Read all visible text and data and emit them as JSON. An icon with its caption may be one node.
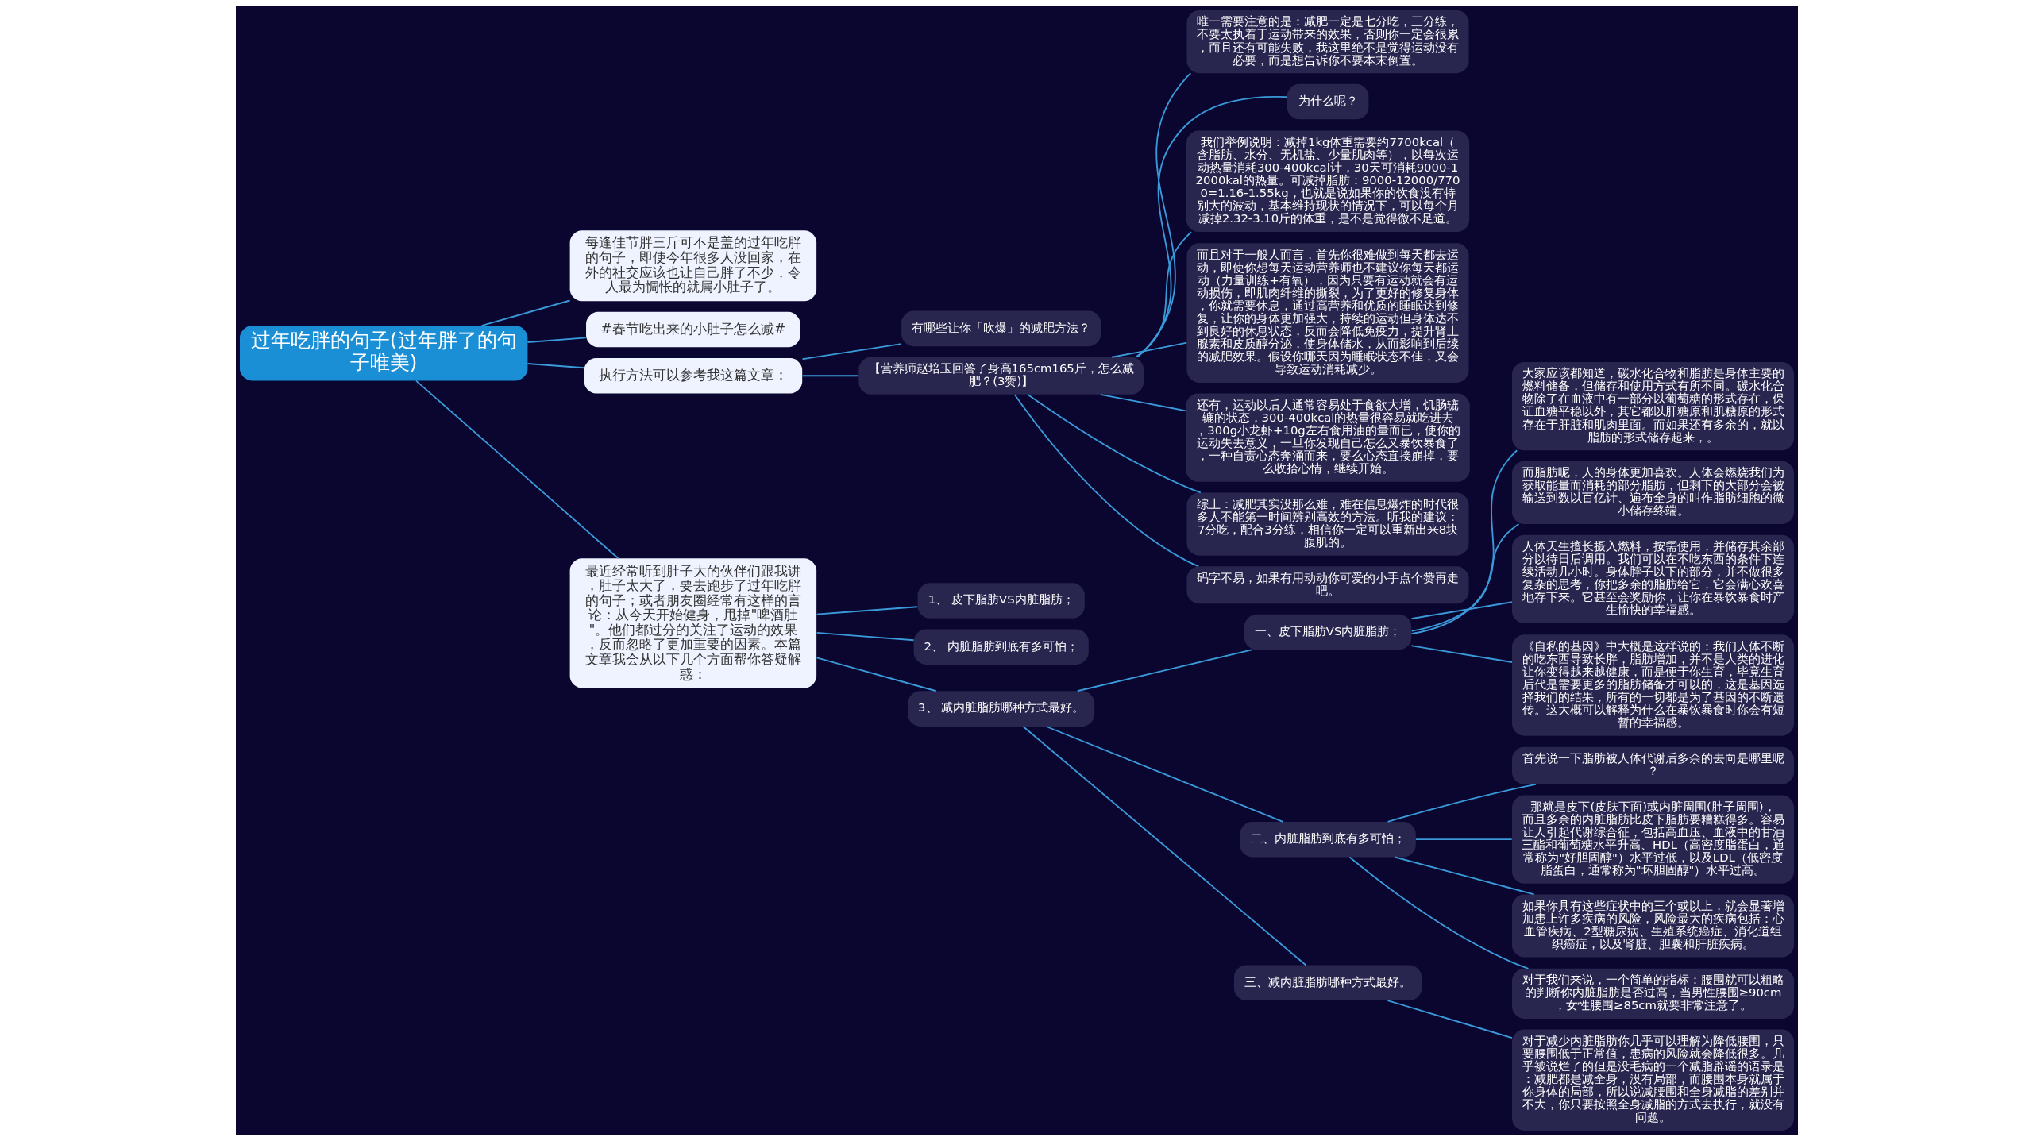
{
  "diagram": {
    "nodes": [
      {
        "text": [
          "过年吃胖的句子(过年胖了的句子唯美)"
        ]
      },
      {
        "text": [
          "每逢佳节胖三斤可不是盖的过年吃胖的句子，即使今年很多人没回家，在外的社交应该也让自己胖了不少，令人最为惆怅的就属小肚子了。"
        ]
      },
      {
        "text": [
          "#春节吃出来的小肚子怎么减#"
        ]
      },
      {
        "text": [
          "执行方法可以参考我这篇文章："
        ]
      },
      {
        "text": [
          "有哪些让你「吹爆」的减肥方法？"
        ]
      },
      {
        "text": [
          "【营养师赵培玉回答了身高165cm165斤，怎么减肥？(3赞)】"
        ]
      },
      {
        "text": [
          "唯一需要注意的是：减肥一定是七分吃，三分练，不要太执着于运动带来的效果，否则你一定会很累，而且还有可能失败，我这里绝不是觉得运动没有必要，而是想告诉你不要本末倒置。"
        ]
      },
      {
        "text": [
          "为什么呢？"
        ]
      },
      {
        "text": [
          "我们举例说明：减掉1kg体重需要约7700kcal（含脂肪、水分、无机盐、少量肌肉等），以每次运动热量消耗300-400kcal计，30天可消耗9000-12000kal的热量。可减掉脂肪：9000-12000/7700=1.16-1.55kg，也就是说如果你的饮食没有特别大的波动，基本维持现状的情况下，可以每个月减掉2.32-3.10斤的体重，是不是觉得微不足道。"
        ]
      },
      {
        "text": [
          "而且对于一般人而言，首先你很难做到每天都去运动，即使你想每天运动营养师也不建议你每天都运动（力量训练+有氧），因为只要有运动就会有运动损伤，即肌肉纤维的撕裂，为了更好的修复身体，你就需要休息，通过高营养和优质的睡眠达到修复，让你的身体更加强大，持续的运动但身体达不到良好的休息状态，反而会降低免疫力，提升肾上腺素和皮质醇分泌，使身体储水，从而影响到后续的减肥效果。假设你哪天因为睡眠状态不佳，又会导致运动消耗减少。"
        ]
      },
      {
        "text": [
          "还有，运动以后人通常容易处于食欲大增，饥肠辘辘的状态，300-400kcal的热量很容易就吃进去，300g小龙虾+10g左右食用油的量而已，使你的运动失去意义，一旦你发现自己怎么又暴饮暴食了，一种自责心态奔涌而来，要么心态直接崩掉，要么收拾心情，继续开始。"
        ]
      },
      {
        "text": [
          "综上：减肥其实没那么难，难在信息爆炸的时代很多人不能第一时间辨别高效的方法。听我的建议：7分吃，配合3分练，相信你一定可以重新出来8块腹肌的。"
        ]
      },
      {
        "text": [
          "码字不易，如果有用动动你可爱的小手点个赞再走吧。"
        ]
      },
      {
        "text": [
          "最近经常听到肚子大的伙伴们跟我讲，肚子太大了，要去跑步了过年吃胖的句子；或者朋友圈经常有这样的言论：从今天开始健身，甩掉\"啤酒肚\"。他们都过分的关注了运动的效果，反而忽略了更加重要的因素。本篇文章我会从以下几个方面帮你答疑解惑："
        ]
      },
      {
        "text": [
          "1、 皮下脂肪VS内脏脂肪；"
        ]
      },
      {
        "text": [
          "2、 内脏脂肪到底有多可怕；"
        ]
      },
      {
        "text": [
          "3、 减内脏脂肪哪种方式最好。"
        ]
      },
      {
        "text": [
          "一、皮下脂肪VS内脏脂肪；"
        ]
      },
      {
        "text": [
          "二、内脏脂肪到底有多可怕；"
        ]
      },
      {
        "text": [
          "三、减内脏脂肪哪种方式最好。"
        ]
      },
      {
        "text": [
          "大家应该都知道，碳水化合物和脂肪是身体主要的燃料储备，但储存和使用方式有所不同。碳水化合物除了在血液中有一部分以葡萄糖的形式存在，保证血糖平稳以外，其它都以肝糖原和肌糖原的形式存在于肝脏和肌肉里面。而如果还有多余的，就以脂肪的形式储存起来，。"
        ]
      },
      {
        "text": [
          "而脂肪呢，人的身体更加喜欢。人体会燃烧我们为获取能量而消耗的部分脂肪，但剩下的大部分会被输送到数以百亿计、遍布全身的叫作脂肪细胞的微小储存终端。"
        ]
      },
      {
        "text": [
          "人体天生擅长摄入燃料，按需使用，并储存其余部分以待日后调用。我们可以在不吃东西的条件下连续活动几小时。身体脖子以下的部分，并不做很多复杂的思考，你把多余的脂肪给它，它会满心欢喜地存下来。它甚至会奖励你，让你在暴饮暴食时产生愉快的幸福感。"
        ]
      },
      {
        "text": [
          "《自私的基因》中大概是这样说的：我们人体不断的吃东西导致长胖，脂肪增加，并不是人类的进化让你变得越来越健康，而是便于你生育，毕竟生育后代是需要更多的脂肪储备才可以的，这是基因选择我们的结果，所有的一切都是为了基因的不断遗传。这大概可以解释为什么在暴饮暴食时你会有短暂的幸福感。"
        ]
      },
      {
        "text": [
          "首先说一下脂肪被人体代谢后多余的去向是哪里呢？"
        ]
      },
      {
        "text": [
          "那就是皮下(皮肤下面)或内脏周围(肚子周围)，而且多余的内脏脂肪比皮下脂肪要糟糕得多。容易让人引起代谢综合征，包括高血压、血液中的甘油三酯和葡萄糖水平升高、HDL（高密度脂蛋白，通常称为\"好胆固醇\"）水平过低，以及LDL（低密度脂蛋白，通常称为\"坏胆固醇\"）水平过高。"
        ]
      },
      {
        "text": [
          "如果你具有这些症状中的三个或以上，就会显著增加患上许多疾病的风险，风险最大的疾病包括：心血管疾病、2型糖尿病、生殖系统癌症、消化道组织癌症，以及肾脏、胆囊和肝脏疾病。"
        ]
      },
      {
        "text": [
          "对于我们来说，一个简单的指标：腰围就可以粗略的判断你内脏脂肪是否过高，当男性腰围≥90cm，女性腰围≥85cm就要非常注意了。"
        ]
      },
      {
        "text": [
          "对于减少内脏脂肪你几乎可以理解为降低腰围，只要腰围低于正常值，患病的风险就会降低很多。几乎被说烂了的但是没毛病的一个减脂辟谣的语录是：减肥都是减全身，没有局部，而腰围本身就属于你身体的局部，所以说减腰围和全身减脂的差别并不大，你只要按照全身减脂的方式去执行，就没有问题。"
        ]
      }
    ],
    "edges": [
      {
        "from": 0,
        "to": 1,
        "arrow": "none"
      },
      {
        "from": 0,
        "to": 2,
        "arrow": "none"
      },
      {
        "from": 0,
        "to": 3,
        "arrow": "none"
      },
      {
        "from": 3,
        "to": 4,
        "arrow": "none"
      },
      {
        "from": 3,
        "to": 5,
        "arrow": "none"
      },
      {
        "from": 5,
        "to": 6,
        "arrow": "none"
      },
      {
        "from": 5,
        "to": 7,
        "arrow": "none"
      },
      {
        "from": 5,
        "to": 8,
        "arrow": "none"
      },
      {
        "from": 5,
        "to": 9,
        "arrow": "none"
      },
      {
        "from": 5,
        "to": 10,
        "arrow": "none"
      },
      {
        "from": 5,
        "to": 11,
        "arrow": "none"
      },
      {
        "from": 5,
        "to": 12,
        "arrow": "none"
      },
      {
        "from": 0,
        "to": 13,
        "arrow": "none"
      },
      {
        "from": 13,
        "to": 14,
        "arrow": "none"
      },
      {
        "from": 13,
        "to": 15,
        "arrow": "none"
      },
      {
        "from": 13,
        "to": 16,
        "arrow": "none"
      },
      {
        "from": 16,
        "to": 17,
        "arrow": "none"
      },
      {
        "from": 16,
        "to": 18,
        "arrow": "none"
      },
      {
        "from": 16,
        "to": 19,
        "arrow": "none"
      },
      {
        "from": 17,
        "to": 20,
        "arrow": "none"
      },
      {
        "from": 17,
        "to": 21,
        "arrow": "none"
      },
      {
        "from": 17,
        "to": 22,
        "arrow": "none"
      },
      {
        "from": 17,
        "to": 23,
        "arrow": "none"
      },
      {
        "from": 18,
        "to": 24,
        "arrow": "none"
      },
      {
        "from": 18,
        "to": 25,
        "arrow": "none"
      },
      {
        "from": 18,
        "to": 26,
        "arrow": "none"
      },
      {
        "from": 18,
        "to": 27,
        "arrow": "none"
      },
      {
        "from": 19,
        "to": 28,
        "arrow": "none"
      }
    ]
  }
}
